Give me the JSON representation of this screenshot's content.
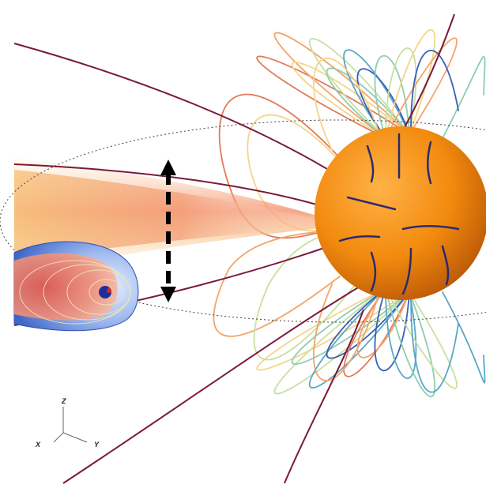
{
  "axes": {
    "z_label": "Z",
    "x_label": "X",
    "y_label": "Y"
  },
  "colors": {
    "star": "#f08a0c",
    "star_shadow": "#b4560a",
    "open_field_line": "#7a1a3a",
    "orbit_line": "#555555",
    "wind_core": "#e8643c",
    "wind_outer": "#ffe6a0",
    "planet_shell": "#4f7fd8",
    "planet_core": "#1a2f9c",
    "arrow": "#000000"
  },
  "field_line_palette": [
    "#e07b5a",
    "#f2a56a",
    "#f4d58a",
    "#c8e0a0",
    "#8ecdb0",
    "#5aa7c6",
    "#3b5fb5"
  ]
}
